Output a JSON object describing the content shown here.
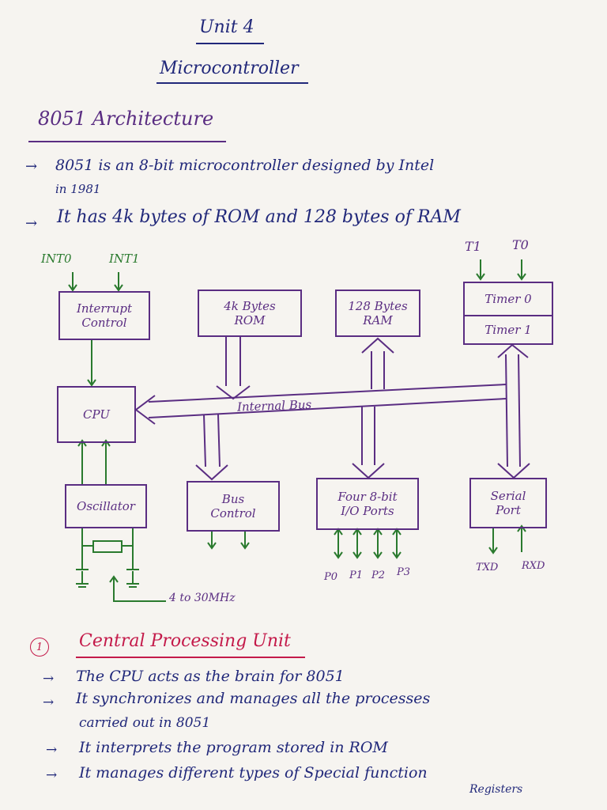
{
  "header": {
    "unit": "Unit 4",
    "subject": "Microcontroller",
    "topic": "8051 Architecture"
  },
  "intro_points": [
    "8051 is an 8-bit microcontroller designed by Intel",
    "in 1981",
    "It has 4k bytes of ROM and 128 bytes of RAM"
  ],
  "diagram": {
    "inputs": {
      "int0": "INT0",
      "int1": "INT1",
      "t1": "T1",
      "t0": "T0"
    },
    "blocks": {
      "interrupt_line1": "Interrupt",
      "interrupt_line2": "Control",
      "rom_line1": "4k Bytes",
      "rom_line2": "ROM",
      "ram_line1": "128 Bytes",
      "ram_line2": "RAM",
      "timer0": "Timer 0",
      "timer1": "Timer 1",
      "cpu": "CPU",
      "oscillator": "Oscillator",
      "bus_control_line1": "Bus",
      "bus_control_line2": "Control",
      "io_line1": "Four 8-bit",
      "io_line2": "I/O Ports",
      "serial_line1": "Serial",
      "serial_line2": "Port"
    },
    "internal_bus": "Internal Bus",
    "ports": [
      "P0",
      "P1",
      "P2",
      "P3"
    ],
    "txd": "TXD",
    "rxd": "RXD",
    "crystal_freq": "4 to 30MHz"
  },
  "section": {
    "number": "1",
    "title": "Central Processing Unit"
  },
  "cpu_points": [
    "The CPU acts as the brain for 8051",
    "It synchronizes and manages all the processes",
    "carried out in 8051",
    "It interprets the program stored in ROM",
    "It manages different types of Special function",
    "Registers"
  ],
  "colors": {
    "ink_blue": "#21287a",
    "ink_green": "#2a7a2e",
    "ink_purple": "#5a2d82",
    "ink_red": "#c41a4a"
  }
}
